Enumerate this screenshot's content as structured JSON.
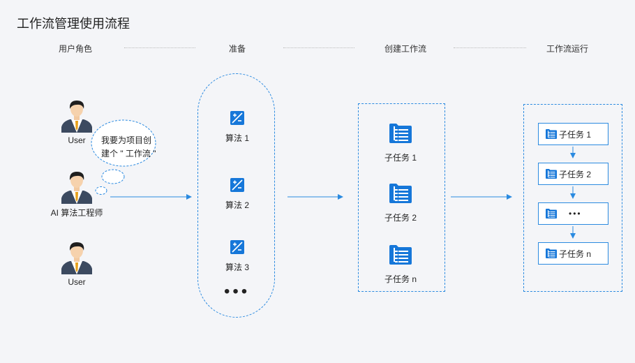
{
  "title": "工作流管理使用流程",
  "stages": [
    "用户角色",
    "准备",
    "创建工作流",
    "工作流运行"
  ],
  "roles": [
    {
      "label": "User"
    },
    {
      "label": "AI 算法工程师"
    },
    {
      "label": "User"
    }
  ],
  "speech": {
    "line1": "我要为项目创",
    "line2": "建个 \" 工作流 \""
  },
  "algorithms": [
    "算法 1",
    "算法 2",
    "算法 3"
  ],
  "ellipsis": "•••",
  "create_tasks": [
    "子任务 1",
    "子任务 2",
    "子任务 n"
  ],
  "run_tasks": [
    "子任务 1",
    "子任务 2",
    "•••",
    "子任务 n"
  ],
  "colors": {
    "accent": "#2a8ae0",
    "icon": "#1677d9",
    "background": "#f4f5f8"
  },
  "icons": {
    "role": "person-icon",
    "algorithm": "plus-minus-icon",
    "task": "task-list-icon"
  }
}
